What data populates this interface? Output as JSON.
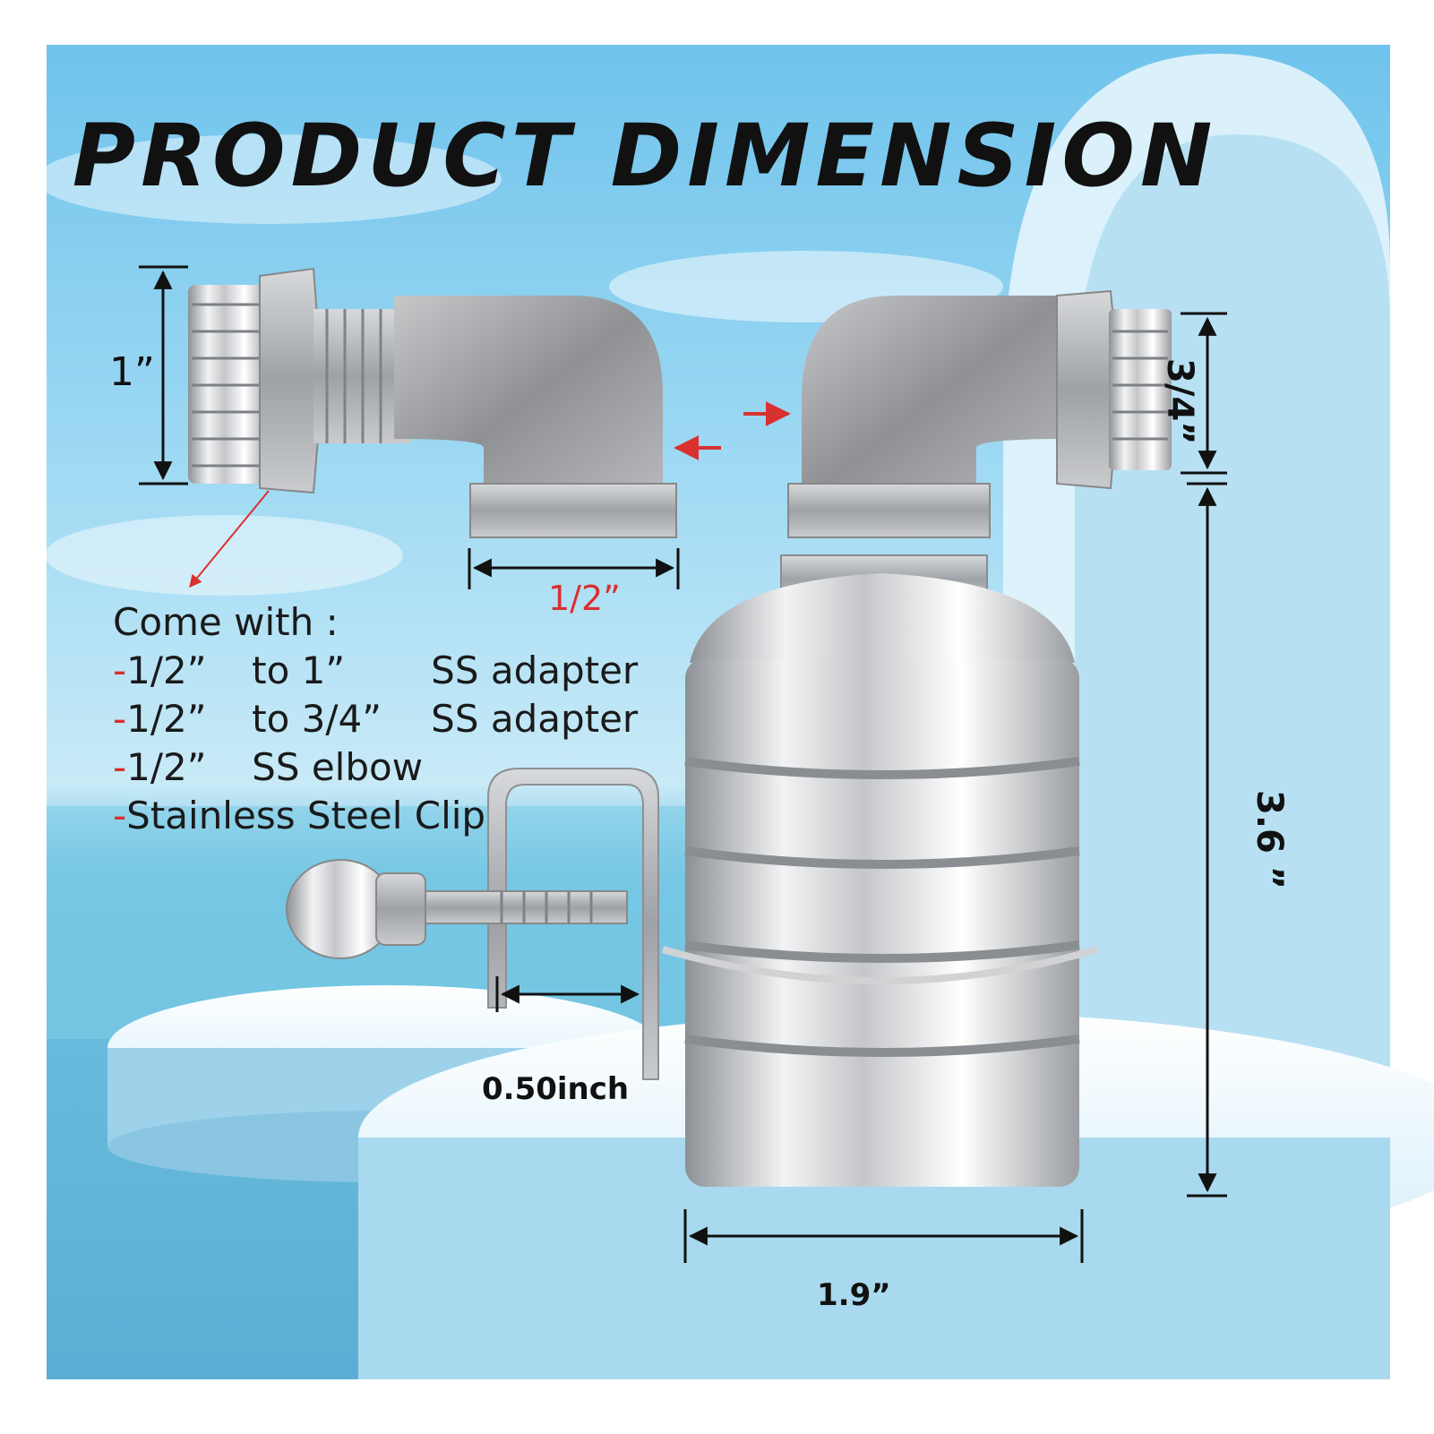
{
  "title": "PRODUCT DIMENSION",
  "dimensions": {
    "inlet_height": "1”",
    "elbow_width": "1/2”",
    "outlet_height": "3/4”",
    "body_height": "3.6 ”",
    "body_width": "1.9”",
    "clip_opening": "0.50inch"
  },
  "includes": {
    "heading": "Come with :",
    "items": [
      {
        "dash": "-",
        "size": "1/2”",
        "to": "to 1”",
        "part": "SS adapter"
      },
      {
        "dash": "-",
        "size": "1/2”",
        "to": "to 3/4”",
        "part": "SS adapter"
      },
      {
        "dash": "-",
        "size": "1/2”",
        "to": "",
        "part": "SS elbow"
      },
      {
        "dash": "-",
        "size": "",
        "to": "",
        "part": "Stainless Steel Clip"
      }
    ]
  },
  "colors": {
    "sky": "#8fd0ee",
    "accent_red": "#d93030",
    "metal": "#b9bcc0"
  }
}
